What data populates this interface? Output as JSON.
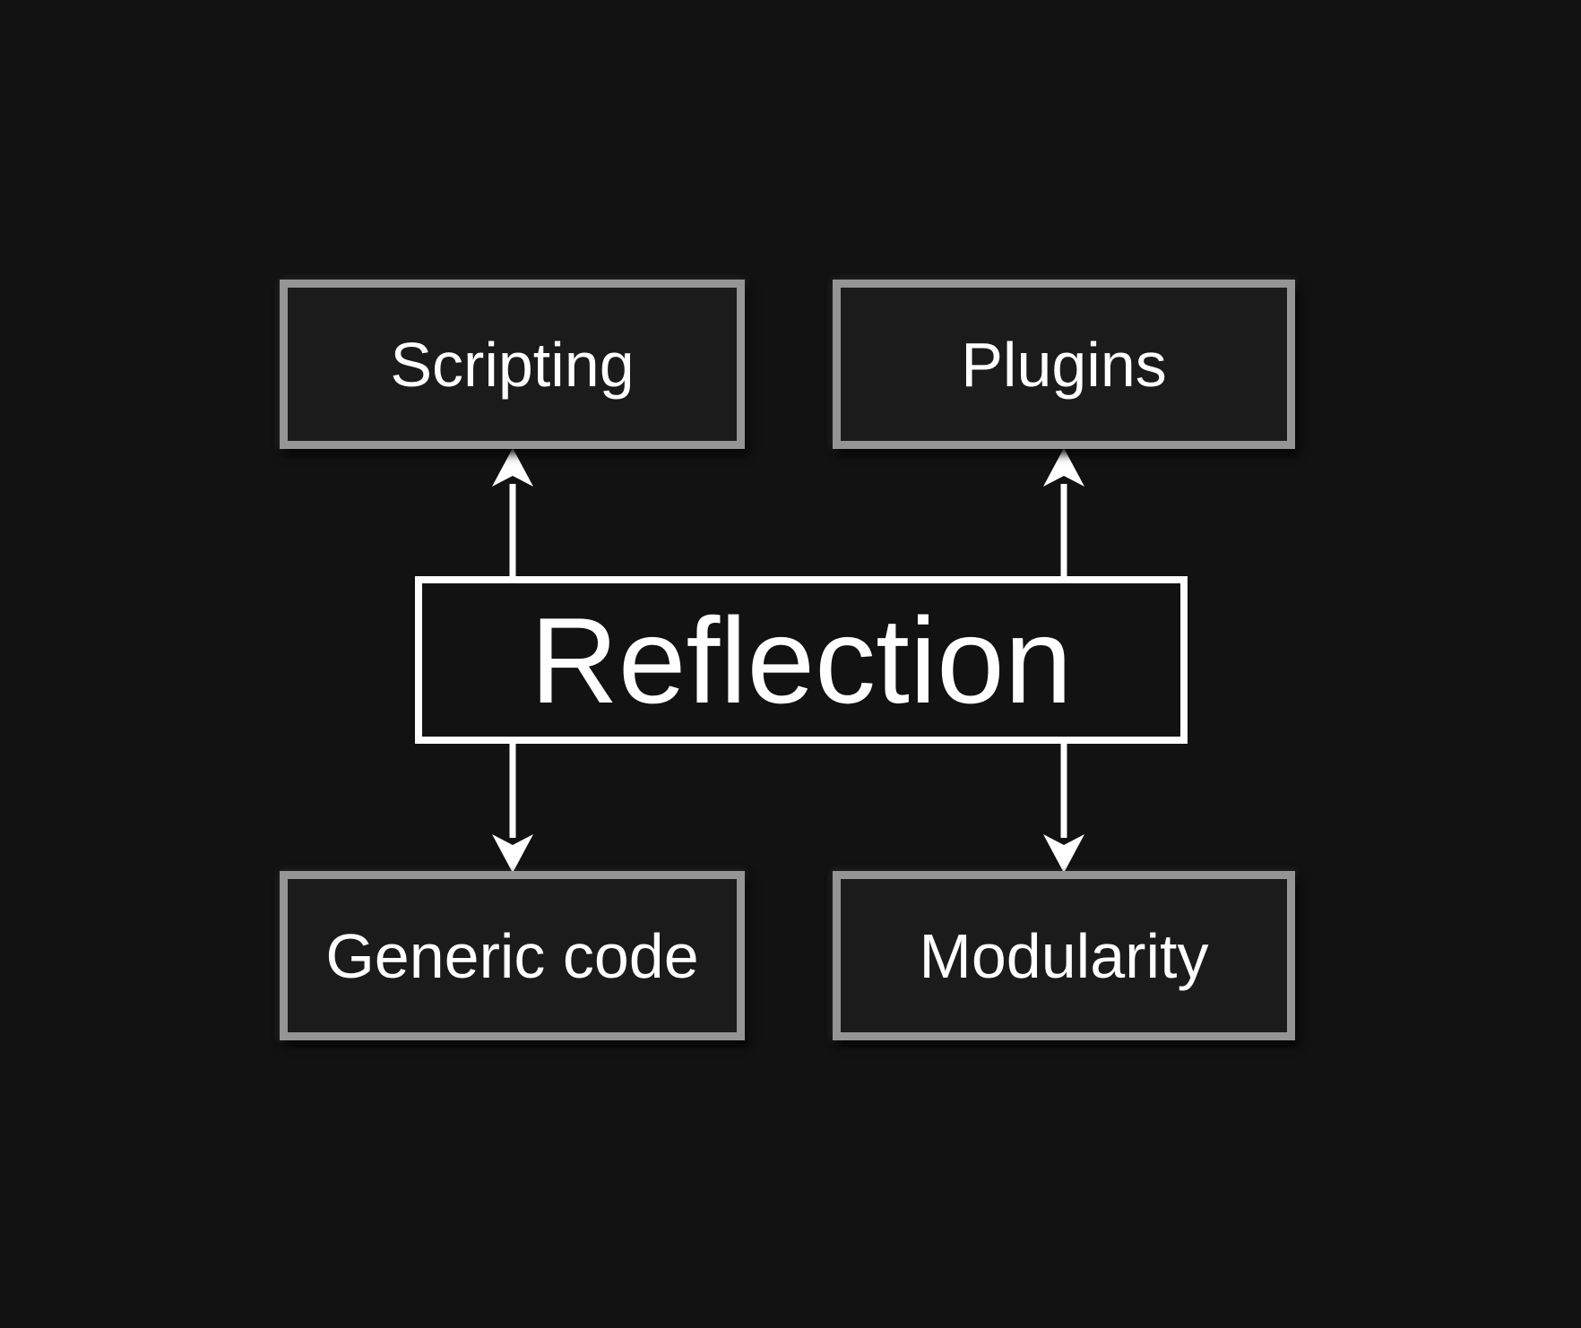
{
  "diagram": {
    "center": {
      "label": "Reflection"
    },
    "nodes": [
      {
        "id": "scripting",
        "label": "Scripting"
      },
      {
        "id": "plugins",
        "label": "Plugins"
      },
      {
        "id": "generic-code",
        "label": "Generic code"
      },
      {
        "id": "modularity",
        "label": "Modularity"
      }
    ],
    "edges": [
      {
        "from": "Reflection",
        "to": "Scripting"
      },
      {
        "from": "Reflection",
        "to": "Plugins"
      },
      {
        "from": "Reflection",
        "to": "Generic code"
      },
      {
        "from": "Reflection",
        "to": "Modularity"
      }
    ],
    "colors": {
      "background": "#121212",
      "node_fill": "#1b1b1b",
      "node_border": "#959595",
      "center_border": "#ffffff",
      "text": "#ffffff",
      "arrow": "#ffffff"
    }
  }
}
